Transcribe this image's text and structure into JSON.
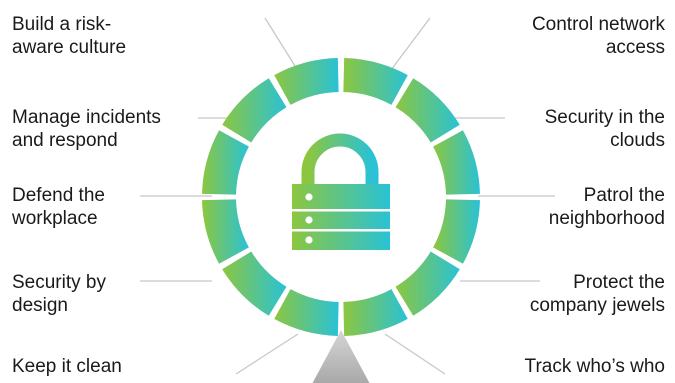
{
  "diagram": {
    "left_items": [
      {
        "lines": [
          "Build a risk-",
          "aware culture"
        ]
      },
      {
        "lines": [
          "Manage incidents",
          "and respond"
        ]
      },
      {
        "lines": [
          "Defend the",
          "workplace"
        ]
      },
      {
        "lines": [
          "Security by",
          "design"
        ]
      },
      {
        "lines": [
          "Keep it clean"
        ]
      }
    ],
    "right_items": [
      {
        "lines": [
          "Control network",
          "access"
        ]
      },
      {
        "lines": [
          "Security in the",
          "clouds"
        ]
      },
      {
        "lines": [
          "Patrol the",
          "neighborhood"
        ]
      },
      {
        "lines": [
          "Protect the",
          "company jewels"
        ]
      },
      {
        "lines": [
          "Track who’s who"
        ]
      }
    ],
    "ring_segment_count": 12,
    "center_icon": "padlock-icon",
    "pointer_icon": "triangle-pointer-icon",
    "colors": {
      "gradient_start": "#8cc63f",
      "gradient_end": "#29c2d6",
      "connector_line": "#c8c8c8",
      "pointer": "#bfbfbf",
      "text": "#1a1a1a"
    }
  }
}
